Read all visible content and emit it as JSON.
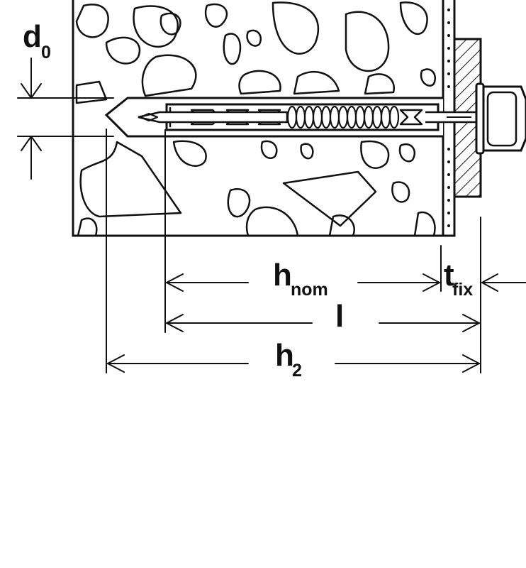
{
  "labels": {
    "d0": {
      "main": "d",
      "sub": "0"
    },
    "hnom": {
      "main": "h",
      "sub": "nom"
    },
    "tfix": {
      "main": "t",
      "sub": "fix"
    },
    "l": {
      "main": "l"
    },
    "h2": {
      "main": "h",
      "sub": "2"
    }
  },
  "colors": {
    "ink": "#111111",
    "background": "#ffffff"
  }
}
